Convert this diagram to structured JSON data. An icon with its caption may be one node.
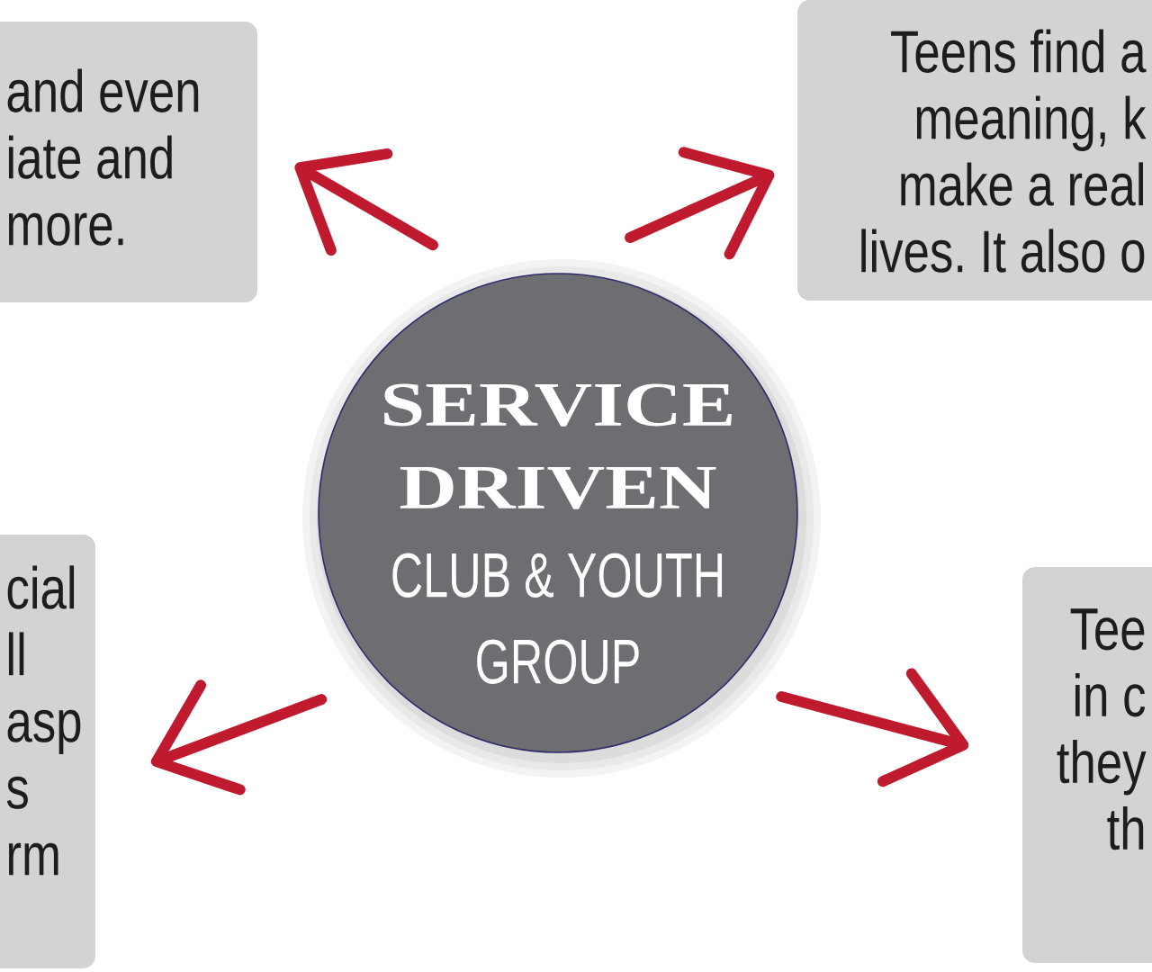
{
  "diagram": {
    "nodes": [
      {
        "text": [
          "and even iate and more."
        ]
      },
      {
        "text": [
          "Teens find a meaning, k make a real lives. It also o"
        ]
      },
      {
        "text": [
          "SERVICE DRIVEN",
          "CLUB & YOUTH GROUP"
        ]
      },
      {
        "text": [
          "cial ll asp s rm"
        ]
      },
      {
        "text": [
          "Tee in c they th"
        ]
      }
    ],
    "edges": [
      {
        "from": 2,
        "to": 0,
        "arrow": "to"
      },
      {
        "from": 2,
        "to": 1,
        "arrow": "to"
      },
      {
        "from": 2,
        "to": 3,
        "arrow": "to"
      },
      {
        "from": 2,
        "to": 4,
        "arrow": "to"
      }
    ]
  }
}
